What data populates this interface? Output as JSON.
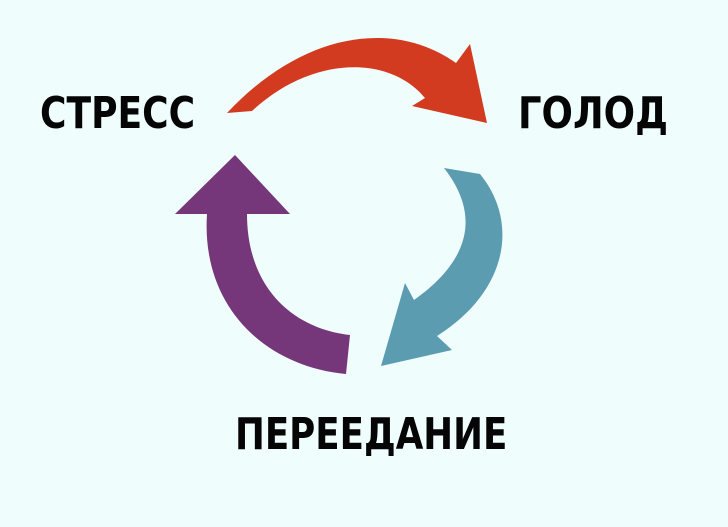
{
  "diagram": {
    "nodes": [
      {
        "id": "stress",
        "label": "СТРЕСС"
      },
      {
        "id": "hunger",
        "label": "ГОЛОД"
      },
      {
        "id": "overeating",
        "label": "ПЕРЕЕДАНИЕ"
      }
    ],
    "arrows": [
      {
        "from": "stress",
        "to": "hunger",
        "color": "#d23b1f"
      },
      {
        "from": "hunger",
        "to": "overeating",
        "color": "#5b9cb0"
      },
      {
        "from": "overeating",
        "to": "stress",
        "color": "#76377a"
      }
    ],
    "background": "#effdfd",
    "text_color": "#050505"
  }
}
